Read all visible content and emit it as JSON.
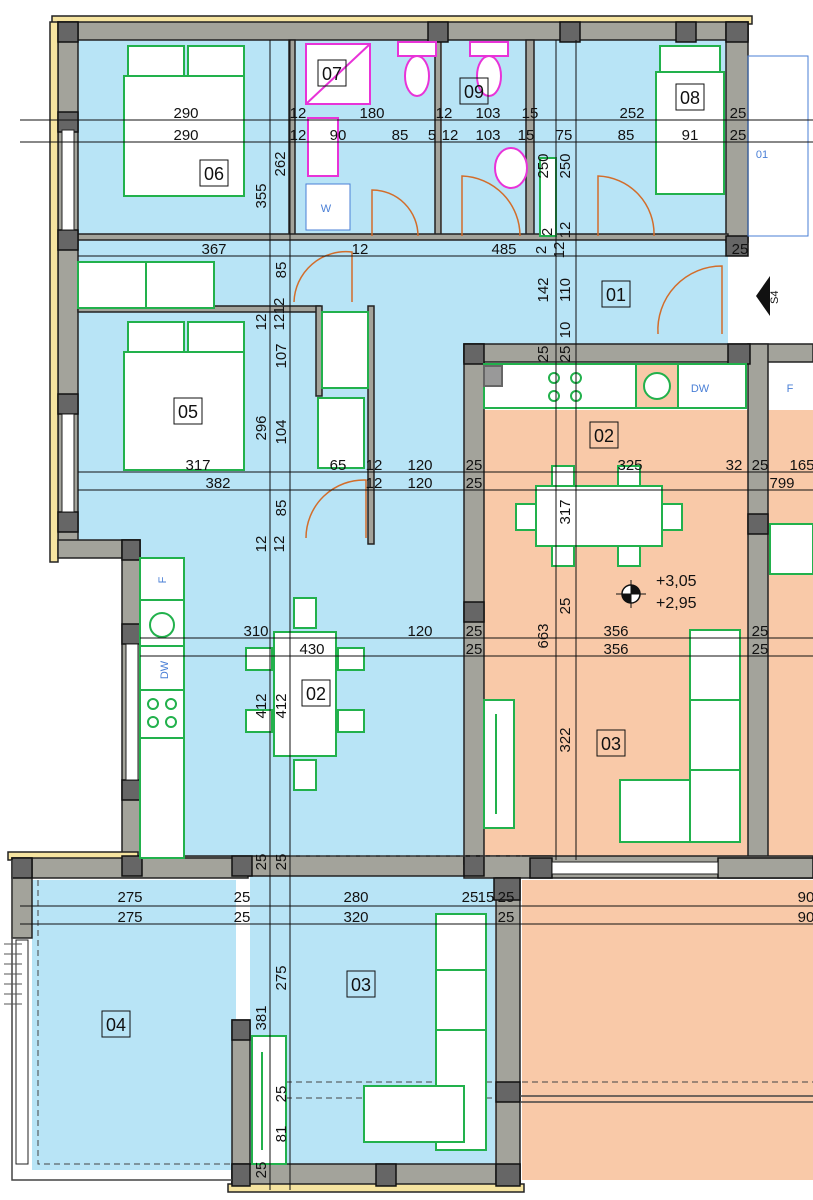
{
  "colors": {
    "room_blue": "#b8e4f6",
    "room_orange": "#f9c9a8",
    "wall_grey": "#a3a39b",
    "insulation": "#f6e4a0",
    "furniture_green": "#22b14c",
    "sanitary_magenta": "#e833d8",
    "door_orange": "#d26d2b",
    "appliance_blue": "#4a7fd6"
  },
  "rooms": [
    {
      "label": "06"
    },
    {
      "label": "07"
    },
    {
      "label": "09"
    },
    {
      "label": "08"
    },
    {
      "label": "01"
    },
    {
      "label": "05"
    },
    {
      "label": "02"
    },
    {
      "label": "02"
    },
    {
      "label": "03"
    },
    {
      "label": "03"
    },
    {
      "label": "04"
    }
  ],
  "dimensions": [
    "290",
    "290",
    "12",
    "12",
    "180",
    "90",
    "85",
    "5",
    "12",
    "12",
    "103",
    "103",
    "15",
    "15",
    "75",
    "252",
    "85",
    "91",
    "25",
    "25",
    "262",
    "355",
    "250",
    "250",
    "2",
    "12",
    "2",
    "12",
    "367",
    "12",
    "485",
    "25",
    "142",
    "110",
    "85",
    "12",
    "12",
    "12",
    "107",
    "25",
    "25",
    "10",
    "296",
    "104",
    "317",
    "65",
    "12",
    "120",
    "25",
    "325",
    "32",
    "25",
    "165",
    "382",
    "12",
    "120",
    "25",
    "799",
    "317",
    "85",
    "12",
    "12",
    "310",
    "120",
    "25",
    "356",
    "25",
    "430",
    "25",
    "356",
    "25",
    "663",
    "25",
    "412",
    "412",
    "322",
    "275",
    "25",
    "280",
    "25",
    "15",
    "25",
    "90",
    "275",
    "25",
    "320",
    "25",
    "90",
    "25",
    "25",
    "275",
    "381",
    "25",
    "81",
    "25"
  ],
  "appliance_labels": [
    "W",
    "DW",
    "F",
    "F",
    "DW",
    "01"
  ],
  "section_marker": "S4",
  "elevation": {
    "top": "+3,05",
    "bottom": "+2,95"
  }
}
